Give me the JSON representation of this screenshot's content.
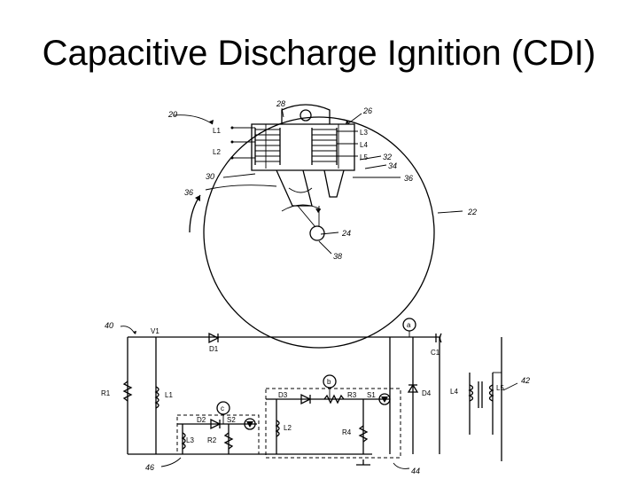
{
  "slide": {
    "title": "Capacitive Discharge Ignition (CDI)"
  },
  "figure_top": {
    "ref_labels": {
      "r20": "20",
      "r26": "26",
      "r28": "28",
      "r22": "22",
      "r24": "24",
      "r30": "30",
      "r32": "32",
      "r34": "34",
      "r36a": "36",
      "r36b": "36",
      "r38": "38"
    },
    "coil_labels": {
      "l1": "L1",
      "l2": "L2",
      "l3": "L3",
      "l4": "L4",
      "l5": "L5"
    }
  },
  "figure_bottom": {
    "ref_labels": {
      "r40": "40",
      "r42": "42",
      "r44": "44",
      "r46": "46"
    },
    "nodes": {
      "a": "a",
      "b": "b",
      "c": "c"
    },
    "components": {
      "v1": "V1",
      "d1": "D1",
      "c1": "C1",
      "r1": "R1",
      "l1": "L1",
      "d3": "D3",
      "r3": "R3",
      "s1": "S1",
      "d4": "D4",
      "l4": "L4",
      "l5": "L5",
      "d2": "D2",
      "s2": "S2",
      "l3": "L3",
      "r2": "R2",
      "l2": "L2",
      "r4": "R4"
    }
  }
}
